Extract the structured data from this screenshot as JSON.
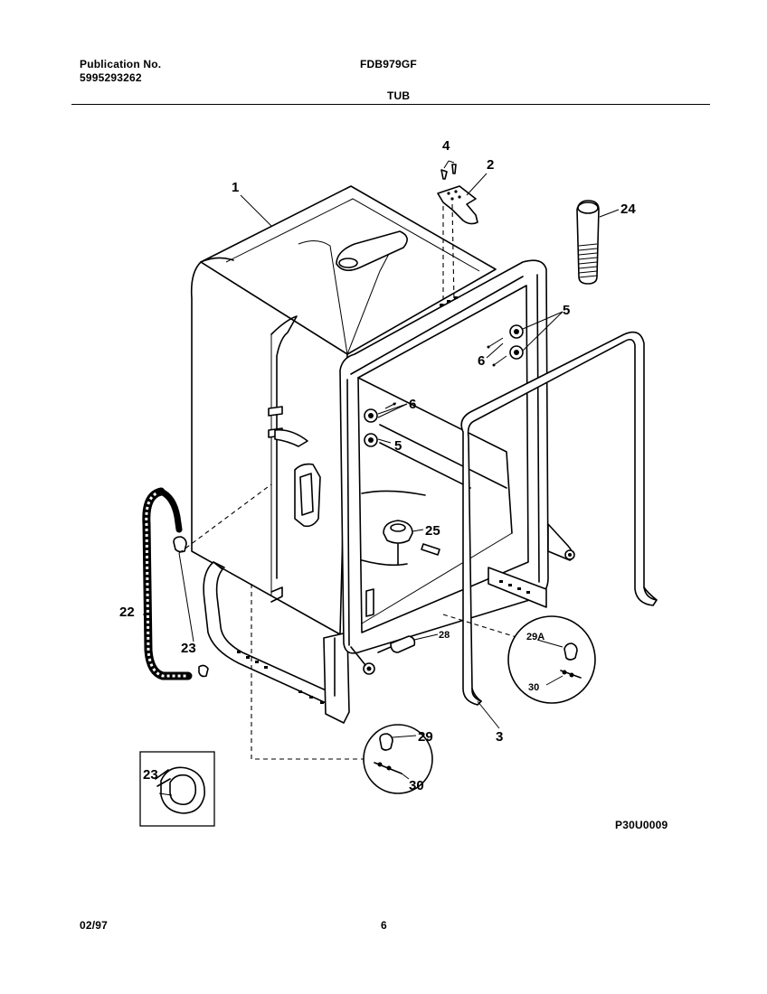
{
  "header": {
    "publication_label": "Publication No.",
    "publication_number": "5995293262",
    "model": "FDB979GF",
    "section": "TUB"
  },
  "footer": {
    "date": "02/97",
    "page": "6",
    "drawing_code": "P30U0009"
  },
  "callouts": {
    "tub": "1",
    "bracket": "2",
    "door_gasket": "3",
    "screw": "4",
    "nut_upper": "5",
    "nut_lower": "5",
    "bolt_upper": "6",
    "bolt_lower": "6",
    "hose": "22",
    "clamp": "23",
    "clamp_detail": "23",
    "vent_tube": "24",
    "float_switch": "25",
    "part_28": "28",
    "leveling_foot": "29",
    "leveling_foot_alt": "29A",
    "leg_bolt": "30",
    "leg_bolt_alt": "30"
  }
}
